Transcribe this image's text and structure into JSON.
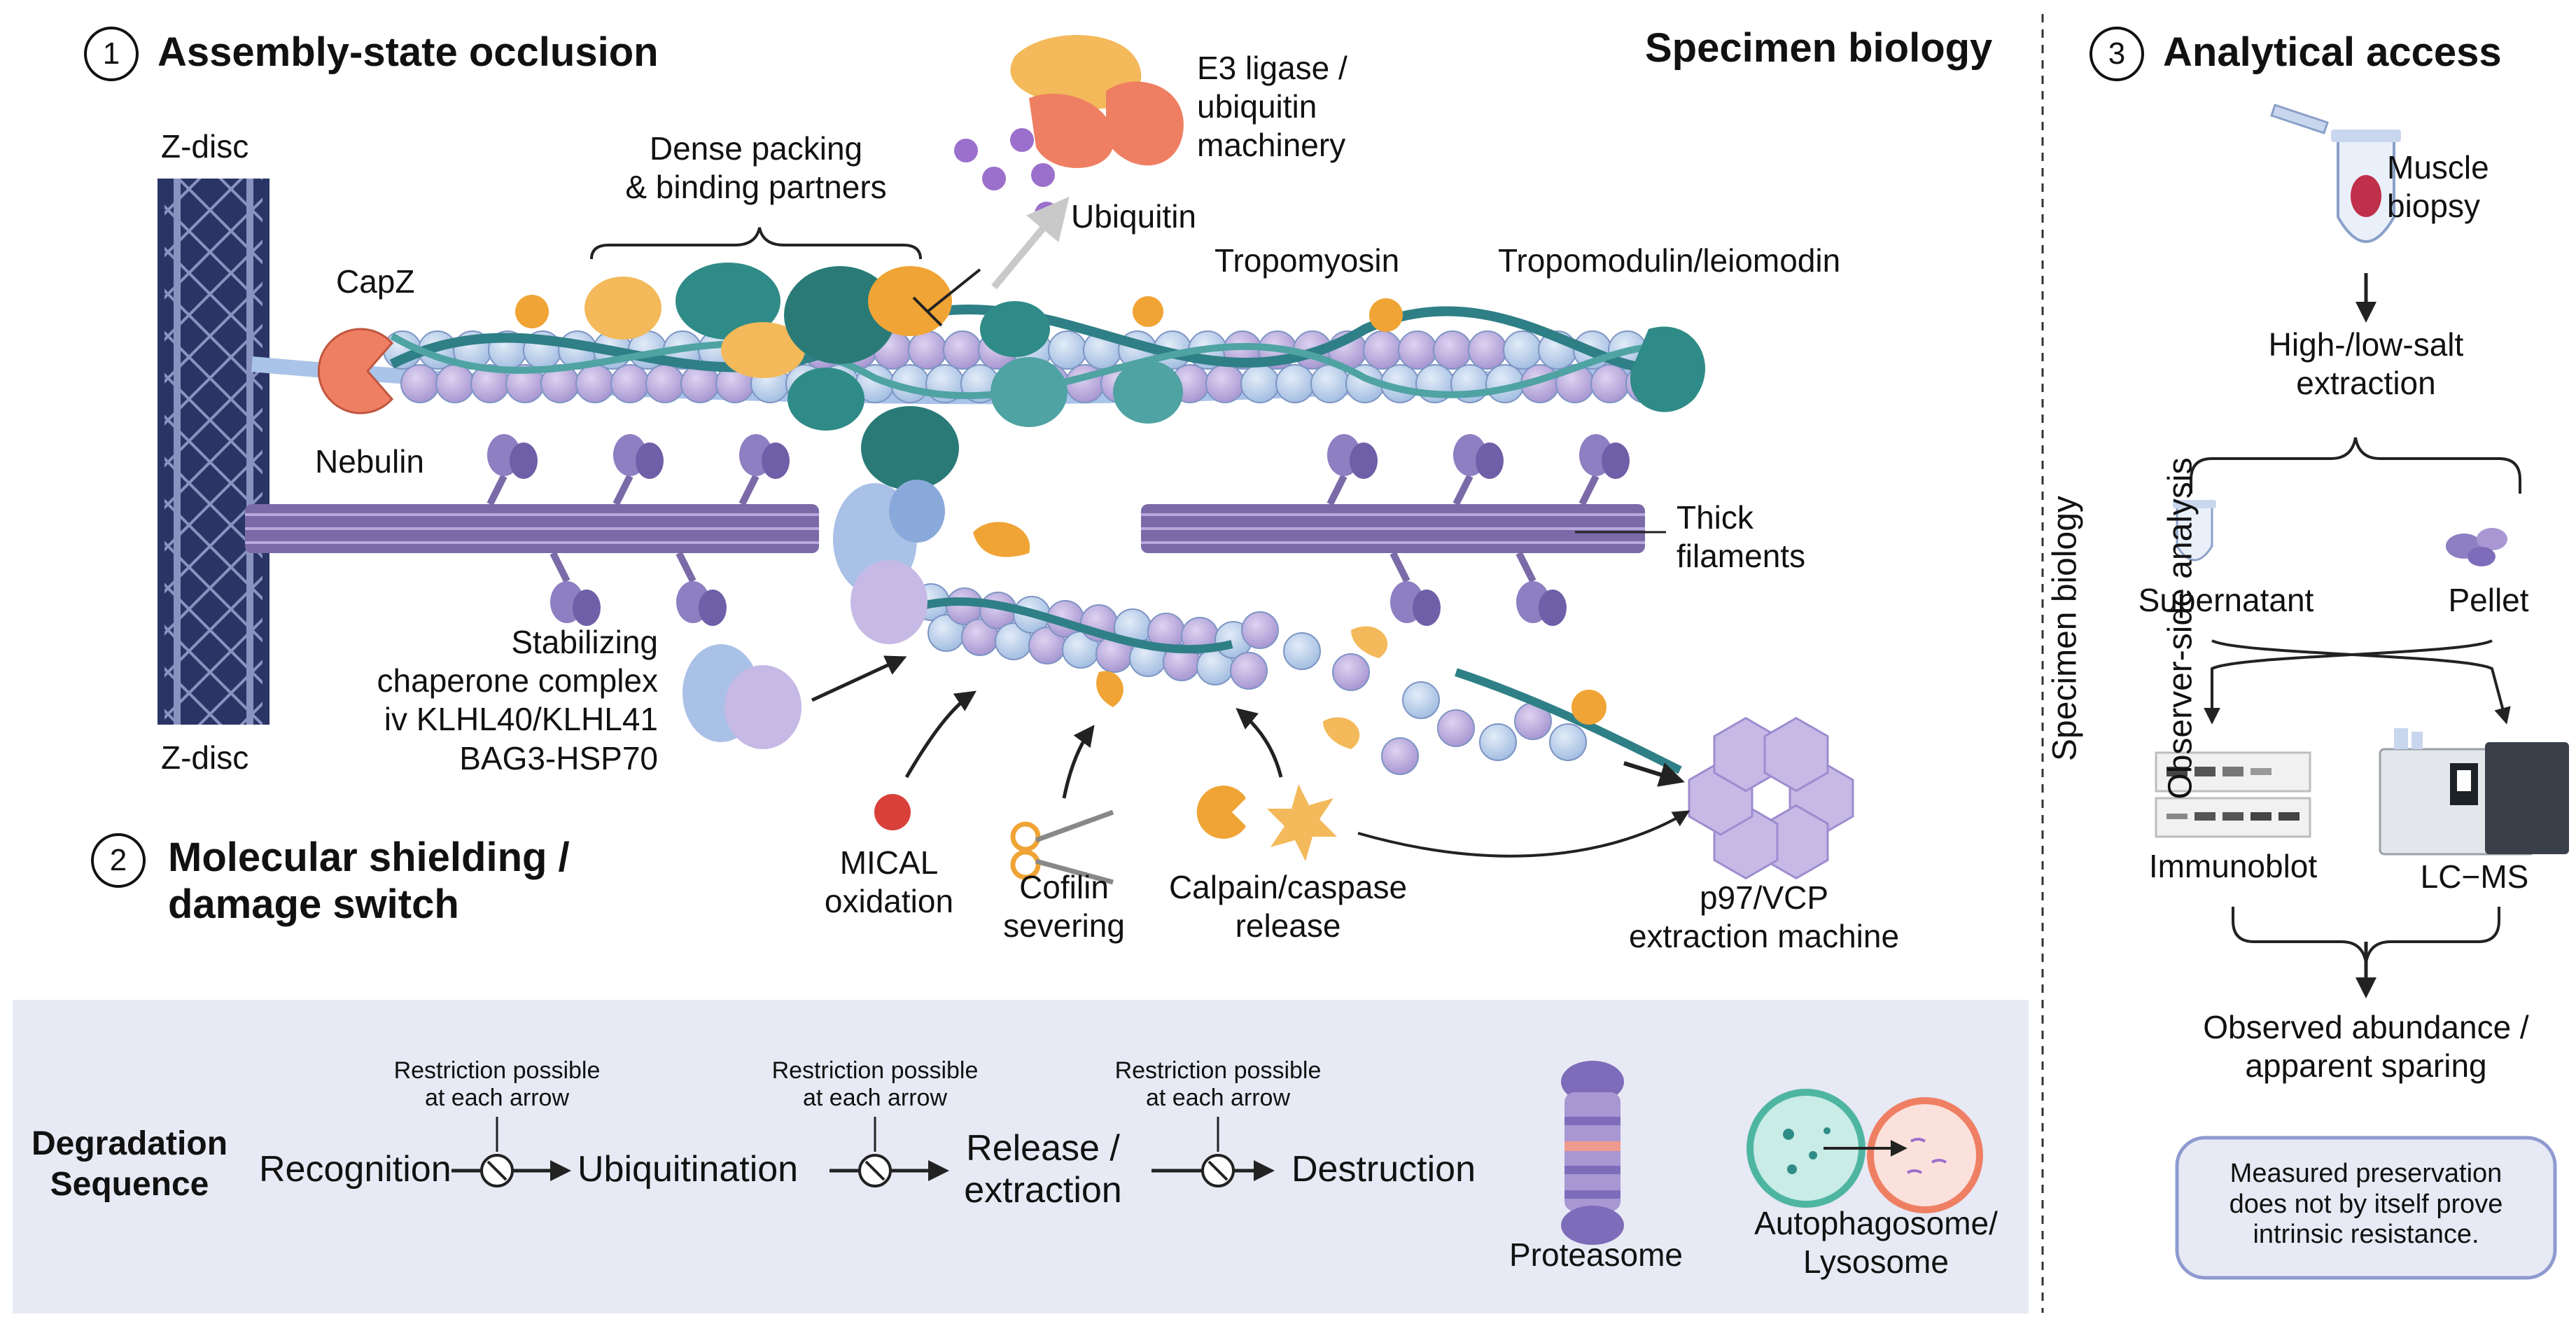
{
  "sections": {
    "s1": {
      "number": "1",
      "title": "Assembly-state occlusion"
    },
    "s2": {
      "number": "2",
      "title_line1": "Molecular shielding /",
      "title_line2": "damage switch"
    },
    "s3": {
      "number": "3",
      "title": "Analytical access"
    },
    "specimen_header": "Specimen biology"
  },
  "labels": {
    "zdisc_top": "Z-disc",
    "zdisc_bottom": "Z-disc",
    "capz": "CapZ",
    "nebulin": "Nebulin",
    "dense_l1": "Dense packing",
    "dense_l2": "& binding partners",
    "e3_l1": "E3 ligase /",
    "e3_l2": "ubiquitin",
    "e3_l3": "machinery",
    "ubiquitin": "Ubiquitin",
    "tropomyosin": "Tropomyosin",
    "tropomodulin": "Tropomodulin/leiomodin",
    "thick_l1": "Thick",
    "thick_l2": "filaments",
    "chap_l1": "Stabilizing",
    "chap_l2": "chaperone complex",
    "chap_l3": "iv KLHL40/KLHL41",
    "chap_l4": "BAG3-HSP70",
    "mical_l1": "MICAL",
    "mical_l2": "oxidation",
    "cofilin_l1": "Cofilin",
    "cofilin_l2": "severing",
    "calpain_l1": "Calpain/caspase",
    "calpain_l2": "release",
    "p97_l1": "p97/VCP",
    "p97_l2": "extraction machine"
  },
  "analytical": {
    "biopsy_l1": "Muscle",
    "biopsy_l2": "biopsy",
    "extract_l1": "High-/low-salt",
    "extract_l2": "extraction",
    "supernatant": "Supernatant",
    "pellet": "Pellet",
    "immunoblot": "Immunoblot",
    "lcms": "LC−MS",
    "observed_l1": "Observed abundance /",
    "observed_l2": "apparent sparing",
    "note_l1": "Measured preservation",
    "note_l2": "does not by itself prove",
    "note_l3": "intrinsic resistance."
  },
  "divider": {
    "vertical_specimen": "Specimen biology",
    "vertical_observer": "Observer-side analysis"
  },
  "degradation": {
    "title_l1": "Degradation",
    "title_l2": "Sequence",
    "steps": [
      "Recognition",
      "Ubiquitination",
      "Release /",
      "extraction",
      "Destruction"
    ],
    "restriction_l1": "Restriction possible",
    "restriction_l2": "at each arrow",
    "proteasome": "Proteasome",
    "auto_l1": "Autophagosome/",
    "auto_l2": "Lysosome"
  },
  "colors": {
    "zdisc": "#2a3566",
    "actin": "#b7cde8",
    "actin_purple": "#b5a7d6",
    "tropomyosin": "#2f7f86",
    "teal": "#2f8b87",
    "orange": "#f0a435",
    "salmon": "#ef7f63",
    "purple": "#8d7fc2",
    "ubiquitin": "#9b6fcc",
    "panel": "#e7e9f4",
    "note_border": "#8e9acf"
  }
}
